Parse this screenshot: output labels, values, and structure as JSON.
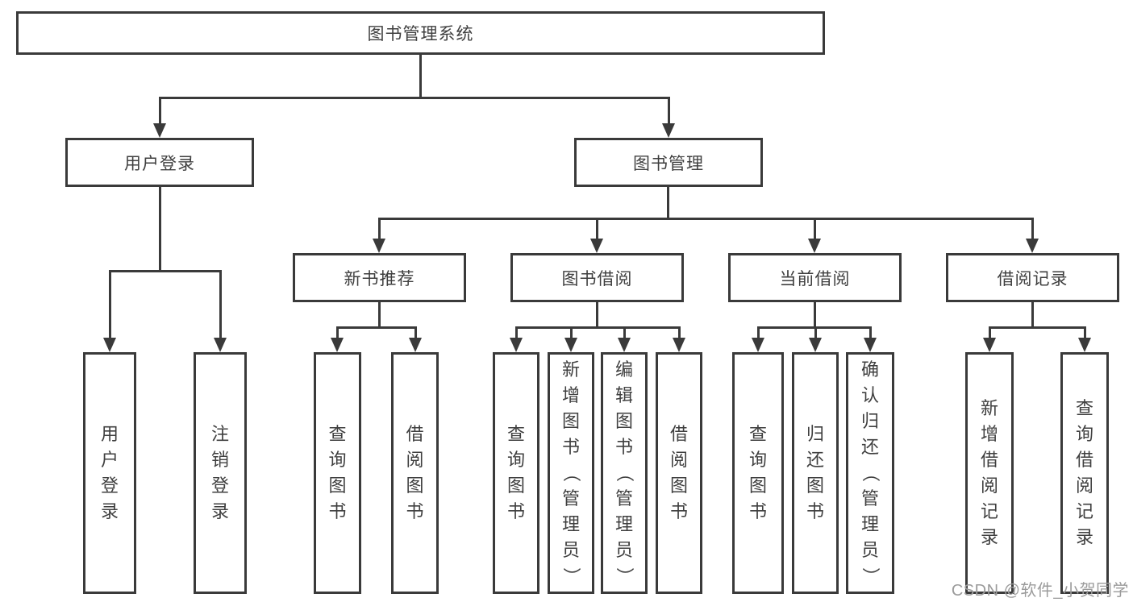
{
  "diagram": {
    "root": {
      "label": "图书管理系统"
    },
    "branches": [
      {
        "label": "用户登录",
        "children": [
          {
            "label": "用户登录"
          },
          {
            "label": "注销登录"
          }
        ]
      },
      {
        "label": "图书管理",
        "children": [
          {
            "label": "新书推荐",
            "children": [
              {
                "label": "查询图书"
              },
              {
                "label": "借阅图书"
              }
            ]
          },
          {
            "label": "图书借阅",
            "children": [
              {
                "label": "查询图书"
              },
              {
                "label": "新增图书（管理员）"
              },
              {
                "label": "编辑图书（管理员）"
              },
              {
                "label": "借阅图书"
              }
            ]
          },
          {
            "label": "当前借阅",
            "children": [
              {
                "label": "查询图书"
              },
              {
                "label": "归还图书"
              },
              {
                "label": "确认归还（管理员）"
              }
            ]
          },
          {
            "label": "借阅记录",
            "children": [
              {
                "label": "新增借阅记录"
              },
              {
                "label": "查询借阅记录"
              }
            ]
          }
        ]
      }
    ]
  },
  "watermark": "CSDN @软件_小贺同学",
  "colors": {
    "line": "#3a3a3a",
    "text": "#3f3f3f",
    "watermark": "#9b9b9b",
    "background": "#ffffff"
  }
}
